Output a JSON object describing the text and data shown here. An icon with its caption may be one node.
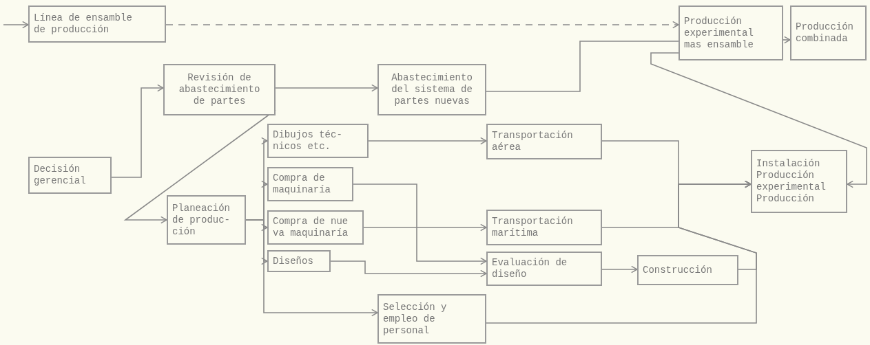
{
  "diagram": {
    "nodes": [
      {
        "text": [
          "Línea de ensamble de producción"
        ]
      },
      {
        "text": [
          "Producción experimental mas ensamble"
        ]
      },
      {
        "text": [
          "Producción combinada"
        ]
      },
      {
        "text": [
          "Revisión de abastecimiento de partes"
        ]
      },
      {
        "text": [
          "Abastecimiento del sistema de partes nuevas"
        ]
      },
      {
        "text": [
          "Decisión gerencial"
        ]
      },
      {
        "text": [
          "Planeación de produc- ción"
        ]
      },
      {
        "text": [
          "Dibujos téc- nicos etc."
        ]
      },
      {
        "text": [
          "Compra de maquinaría"
        ]
      },
      {
        "text": [
          "Compra de nue va maquinaría"
        ]
      },
      {
        "text": [
          "Diseños"
        ]
      },
      {
        "text": [
          "Selección y empleo de personal"
        ]
      },
      {
        "text": [
          "Transportación aérea"
        ]
      },
      {
        "text": [
          "Transportación marítima"
        ]
      },
      {
        "text": [
          "Evaluación de diseño"
        ]
      },
      {
        "text": [
          "Construcción"
        ]
      },
      {
        "text": [
          "Instalación Producción experimental Producción"
        ]
      }
    ],
    "edges": [
      {
        "from": null,
        "to": 0,
        "arrow": "to"
      },
      {
        "from": 0,
        "to": 1,
        "arrow": "to",
        "style": "dashed"
      },
      {
        "from": 5,
        "to": 3,
        "arrow": "to"
      },
      {
        "from": 3,
        "to": 4,
        "arrow": "to"
      },
      {
        "from": 4,
        "to": 1,
        "arrow": "none"
      },
      {
        "from": 1,
        "to": 2,
        "arrow": "to"
      },
      {
        "from": 3,
        "to": 6,
        "arrow": "to"
      },
      {
        "from": 6,
        "to": 7,
        "arrow": "to"
      },
      {
        "from": 6,
        "to": 8,
        "arrow": "to"
      },
      {
        "from": 6,
        "to": 9,
        "arrow": "to"
      },
      {
        "from": 6,
        "to": 10,
        "arrow": "to"
      },
      {
        "from": 6,
        "to": 11,
        "arrow": "to"
      },
      {
        "from": 7,
        "to": 12,
        "arrow": "to"
      },
      {
        "from": 8,
        "to": 14,
        "arrow": "to"
      },
      {
        "from": 9,
        "to": 13,
        "arrow": "to"
      },
      {
        "from": 10,
        "to": 14,
        "arrow": "to"
      },
      {
        "from": 14,
        "to": 15,
        "arrow": "to"
      },
      {
        "from": 12,
        "to": 16,
        "arrow": "to"
      },
      {
        "from": 13,
        "to": 16,
        "arrow": "to"
      },
      {
        "from": 15,
        "to": 16,
        "arrow": "to"
      },
      {
        "from": 11,
        "to": 16,
        "arrow": "to"
      },
      {
        "from": 1,
        "to": 16,
        "arrow": "to"
      }
    ]
  }
}
